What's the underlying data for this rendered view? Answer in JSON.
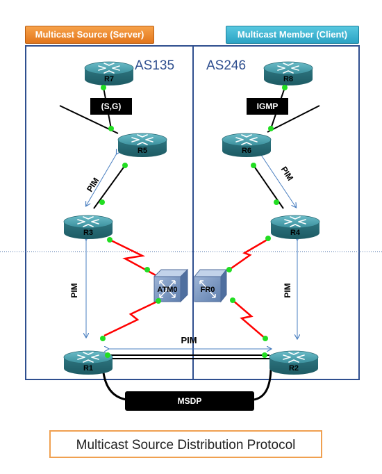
{
  "header": {
    "left": "Multicast Source (Server)",
    "right": "Multicast Member (Client)"
  },
  "as_labels": {
    "left": "AS135",
    "right": "AS246"
  },
  "routers": [
    "R7",
    "R8",
    "R5",
    "R6",
    "R3",
    "R4",
    "R1",
    "R2"
  ],
  "switches": {
    "atm": "ATM0",
    "fr": "FR0"
  },
  "tags": {
    "sg": "(S,G)",
    "igmp": "IGMP",
    "msdp": "MSDP"
  },
  "pim_labels": {
    "r5_r3": "PIM",
    "r6_r4": "PIM",
    "r3_r1": "PIM",
    "r4_r2": "PIM",
    "r1_r2": "PIM"
  },
  "caption": "Multicast Source Distribution Protocol",
  "colors": {
    "router": "#3a8f9c",
    "link_serial": "#ff0000",
    "link_eth": "#000000",
    "pim_arrow": "#4a7fc0",
    "port": "#22dd22",
    "frame": "#2f4f8f"
  }
}
